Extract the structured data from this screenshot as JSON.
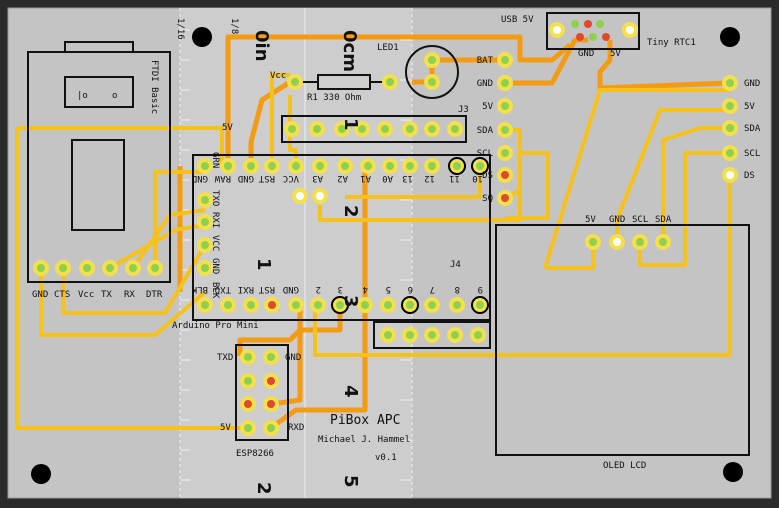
{
  "board": {
    "title": "PiBox APC",
    "author": "Michael J. Hammel",
    "version": "v0.1"
  },
  "ruler": {
    "top_left": "1/16",
    "top_right": "1/8",
    "inch_label": "0in",
    "cm_label": "0cm",
    "marks": [
      "1",
      "2",
      "3",
      "4",
      "5"
    ],
    "bottom_marks": [
      "2",
      "5"
    ]
  },
  "components": {
    "ftdi_label": "FTDI Basic",
    "ftdi_pins": [
      "GND",
      "CTS",
      "Vcc",
      "TX",
      "RX",
      "DTR"
    ],
    "led_label": "LED1",
    "resistor_label": "R1 330 Ohm",
    "vcc_label": "Vcc",
    "j3_label": "J3",
    "j4_label": "J4",
    "usb_label": "USB 5V",
    "rtc_label": "Tiny RTC1",
    "rtc_pins": [
      "GND",
      "5V"
    ],
    "left_conn_pins": [
      "BAT",
      "GND",
      "5V",
      "SDA",
      "SCL",
      "DS",
      "SQ"
    ],
    "right_conn_pins": [
      "GND",
      "5V",
      "SDA",
      "SCL",
      "DS"
    ],
    "oled_label": "OLED LCD",
    "oled_pins": [
      "5V",
      "GND",
      "SCL",
      "SDA"
    ],
    "arduino_label": "Arduino Pro Mini",
    "arduino_top_pins": [
      "GND",
      "RAW",
      "GND",
      "RST",
      "VCC",
      "A3",
      "A2",
      "A1",
      "A0",
      "13",
      "12",
      "11",
      "10"
    ],
    "arduino_bottom_pins": [
      "BLK",
      "TXO",
      "RXI",
      "RST",
      "GND",
      "2",
      "3",
      "4",
      "5",
      "6",
      "7",
      "8",
      "9"
    ],
    "arduino_side_pins": [
      "GRN",
      "TXO",
      "RXI",
      "VCC",
      "GND",
      "BLK"
    ],
    "esp_label": "ESP8266",
    "esp_pins": [
      "TXD",
      "GND",
      "5V",
      "RXD"
    ],
    "five_v_label": "5V"
  },
  "colors": {
    "board": "#c4c4c4",
    "trace_orange": "#f39c12",
    "trace_yellow": "#f6c21a",
    "pad_green": "#8fd14f",
    "pad_yellow": "#f3e04c",
    "pad_red": "#e04a2a",
    "silk": "#111111",
    "hole": "#000000"
  }
}
